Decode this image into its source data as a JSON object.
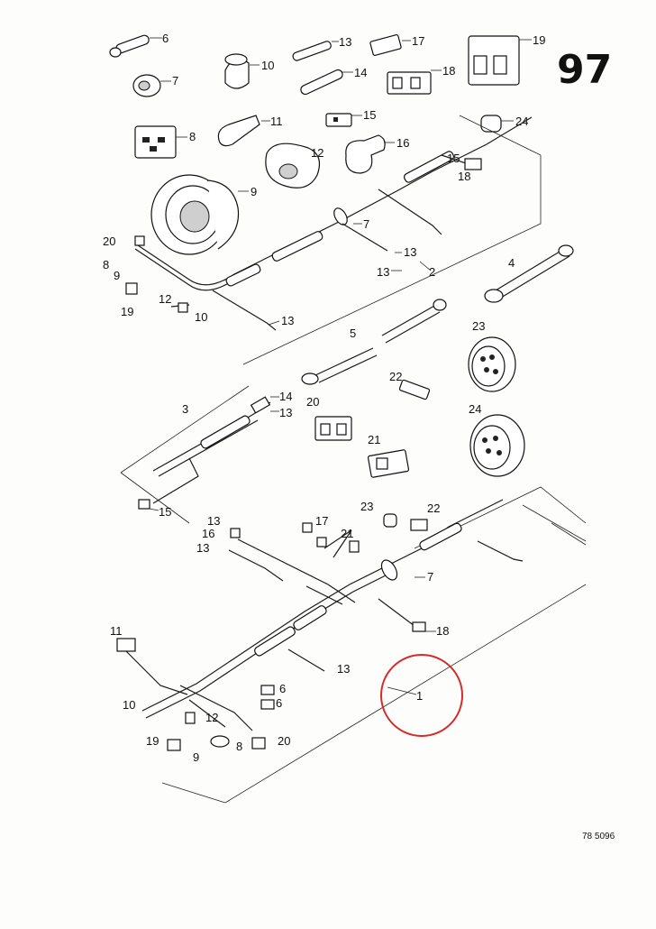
{
  "page_number": "97",
  "drawing_ref": "78 5096",
  "highlight_color": "#d62b2b",
  "labels": {
    "l6": "6",
    "l7": "7",
    "l8": "8",
    "l9": "9",
    "l10": "10",
    "l11": "11",
    "l12": "12",
    "l13": "13",
    "l14": "14",
    "l15": "15",
    "l16": "16",
    "l17": "17",
    "l18": "18",
    "l19": "19",
    "l20": "20",
    "l21": "21",
    "l22": "22",
    "l23": "23",
    "l24": "24",
    "l1": "1",
    "l2": "2",
    "l3": "3",
    "l4": "4",
    "l5": "5"
  }
}
